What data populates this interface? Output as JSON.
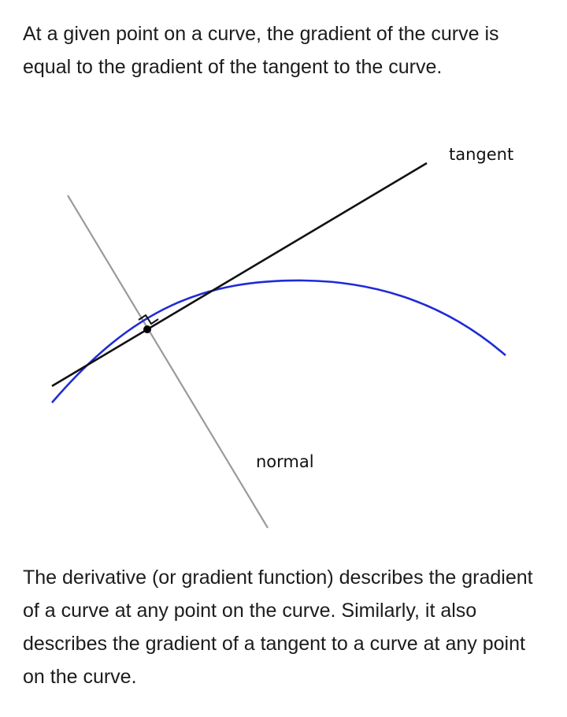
{
  "intro_text": "At a given point on a curve, the gradient of the curve is equal to the gradient of the tangent to the curve.",
  "diagram": {
    "tangent_label": "tangent",
    "normal_label": "normal",
    "colors": {
      "curve": "#1f2bd6",
      "tangent": "#111111",
      "normal": "#9a9a9a",
      "point": "#000000"
    }
  },
  "body_text": "The derivative (or gradient function) describes the gradient of a curve at any point on the curve. Similarly, it also describes the gradient of a tangent to a curve at any point on the curve."
}
